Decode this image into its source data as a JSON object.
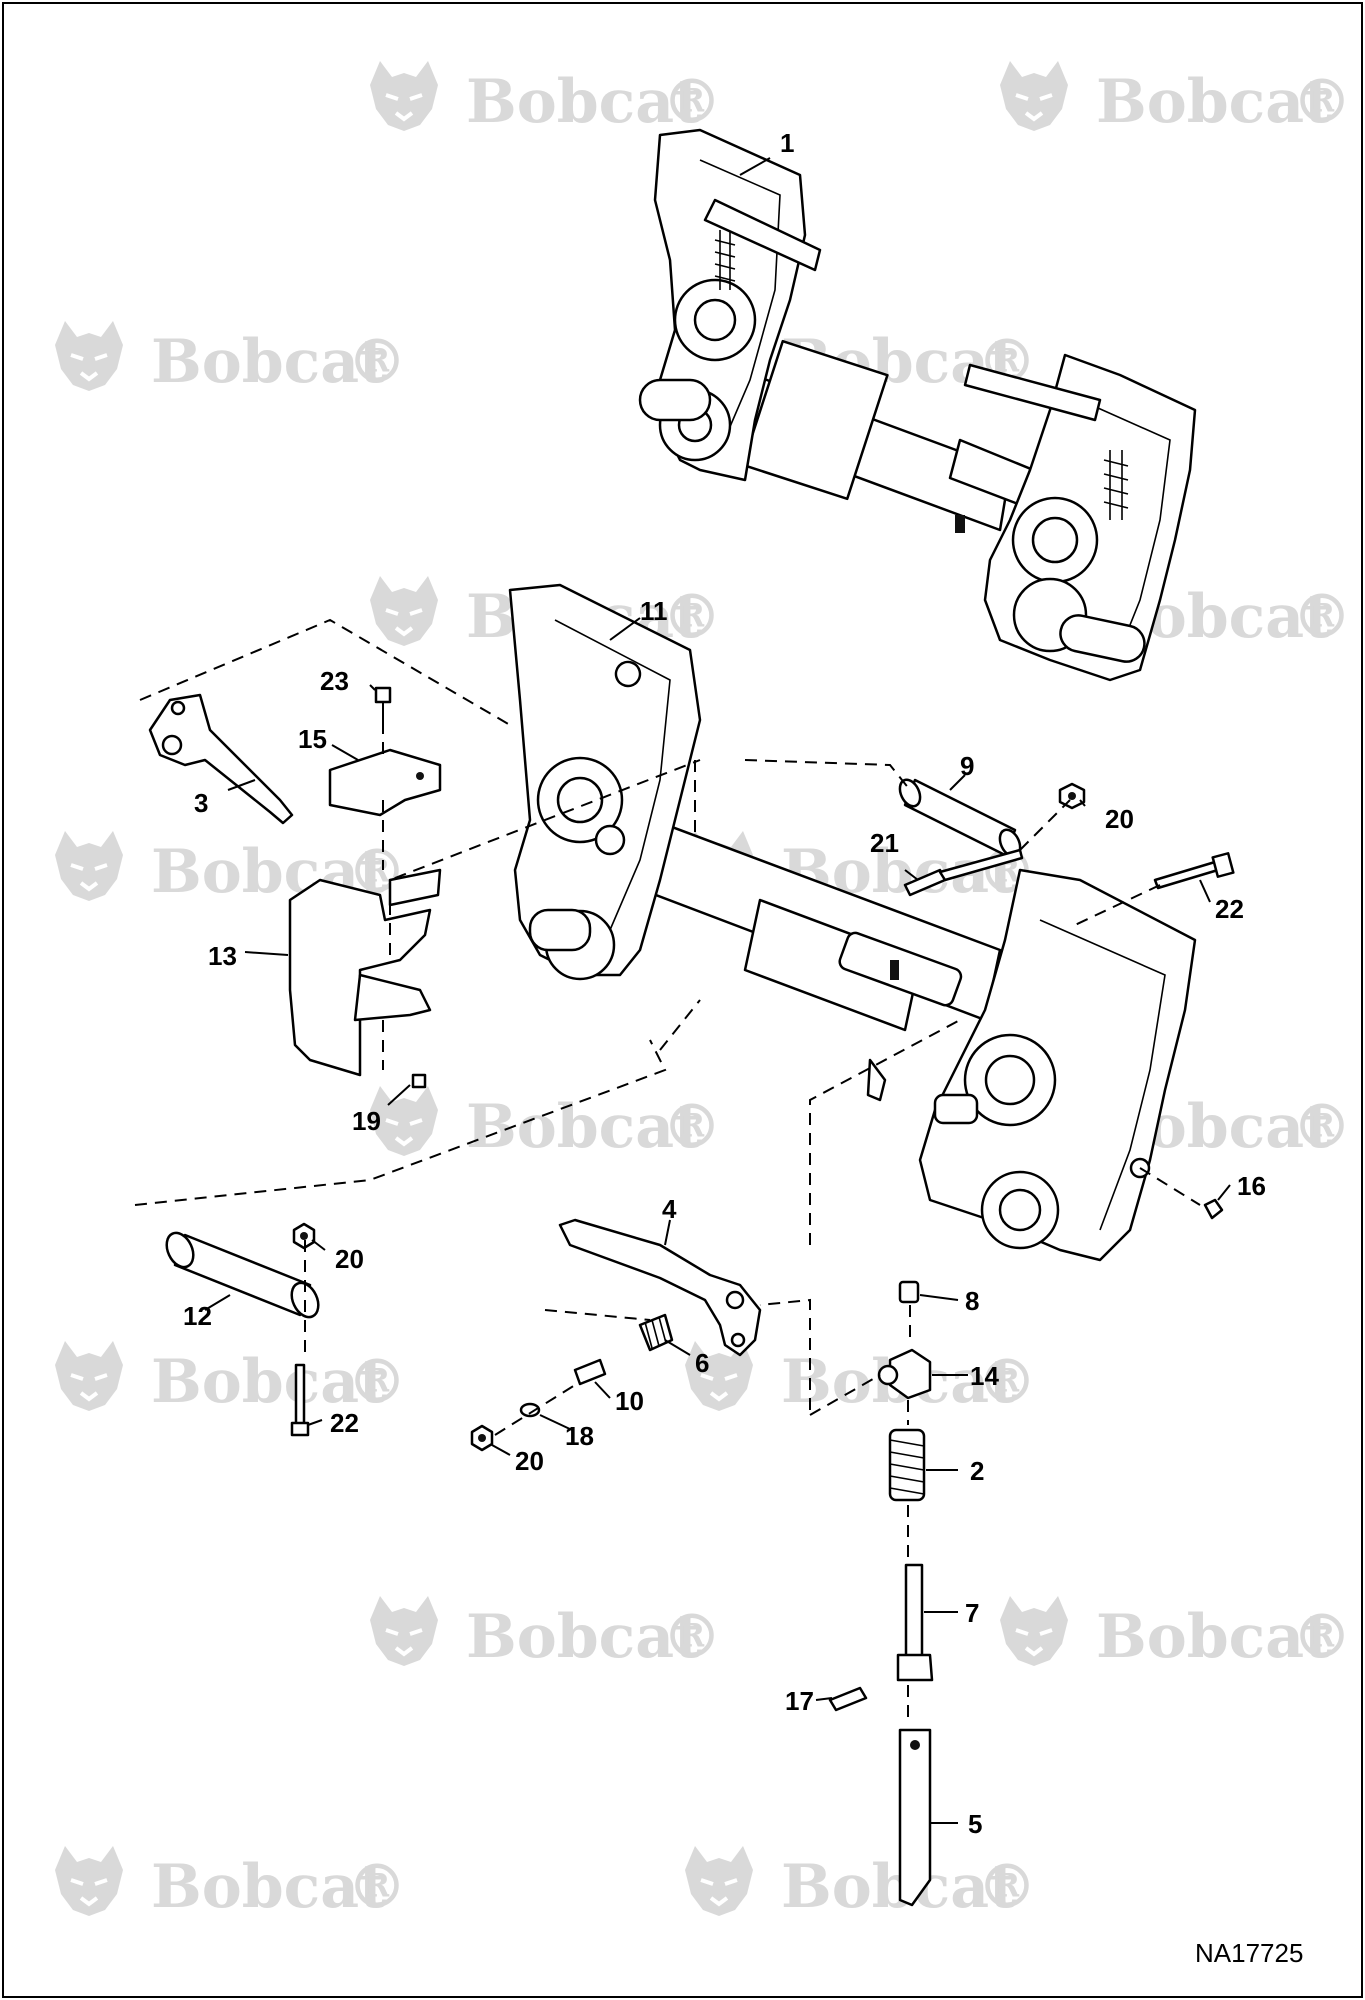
{
  "watermark": {
    "text": "Bobcat",
    "mark": "®",
    "color": "#d9d9d9"
  },
  "figure_code": "NA17725",
  "callouts": {
    "c1": "1",
    "c2": "2",
    "c3": "3",
    "c4": "4",
    "c5": "5",
    "c6": "6",
    "c7": "7",
    "c8": "8",
    "c9": "9",
    "c10": "10",
    "c11": "11",
    "c12": "12",
    "c13": "13",
    "c14": "14",
    "c15": "15",
    "c16": "16",
    "c17": "17",
    "c18": "18",
    "c19": "19",
    "c20a": "20",
    "c20b": "20",
    "c20c": "20",
    "c21": "21",
    "c22a": "22",
    "c22b": "22",
    "c23": "23"
  },
  "icons": {
    "logo": "bobcat-logo-icon"
  }
}
